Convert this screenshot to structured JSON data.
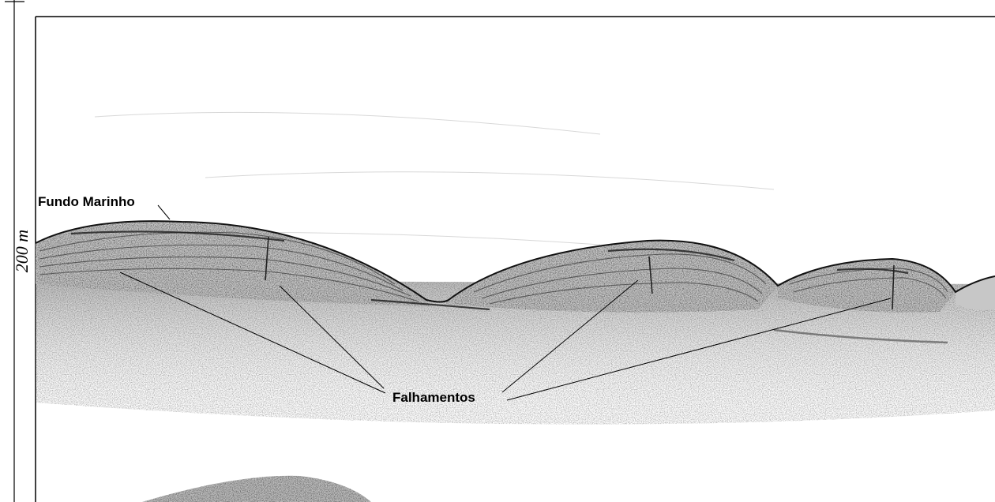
{
  "scale_bar": {
    "label": "200 m"
  },
  "annotations": {
    "seafloor": "Fundo Marinho",
    "faults": "Falhamentos"
  }
}
